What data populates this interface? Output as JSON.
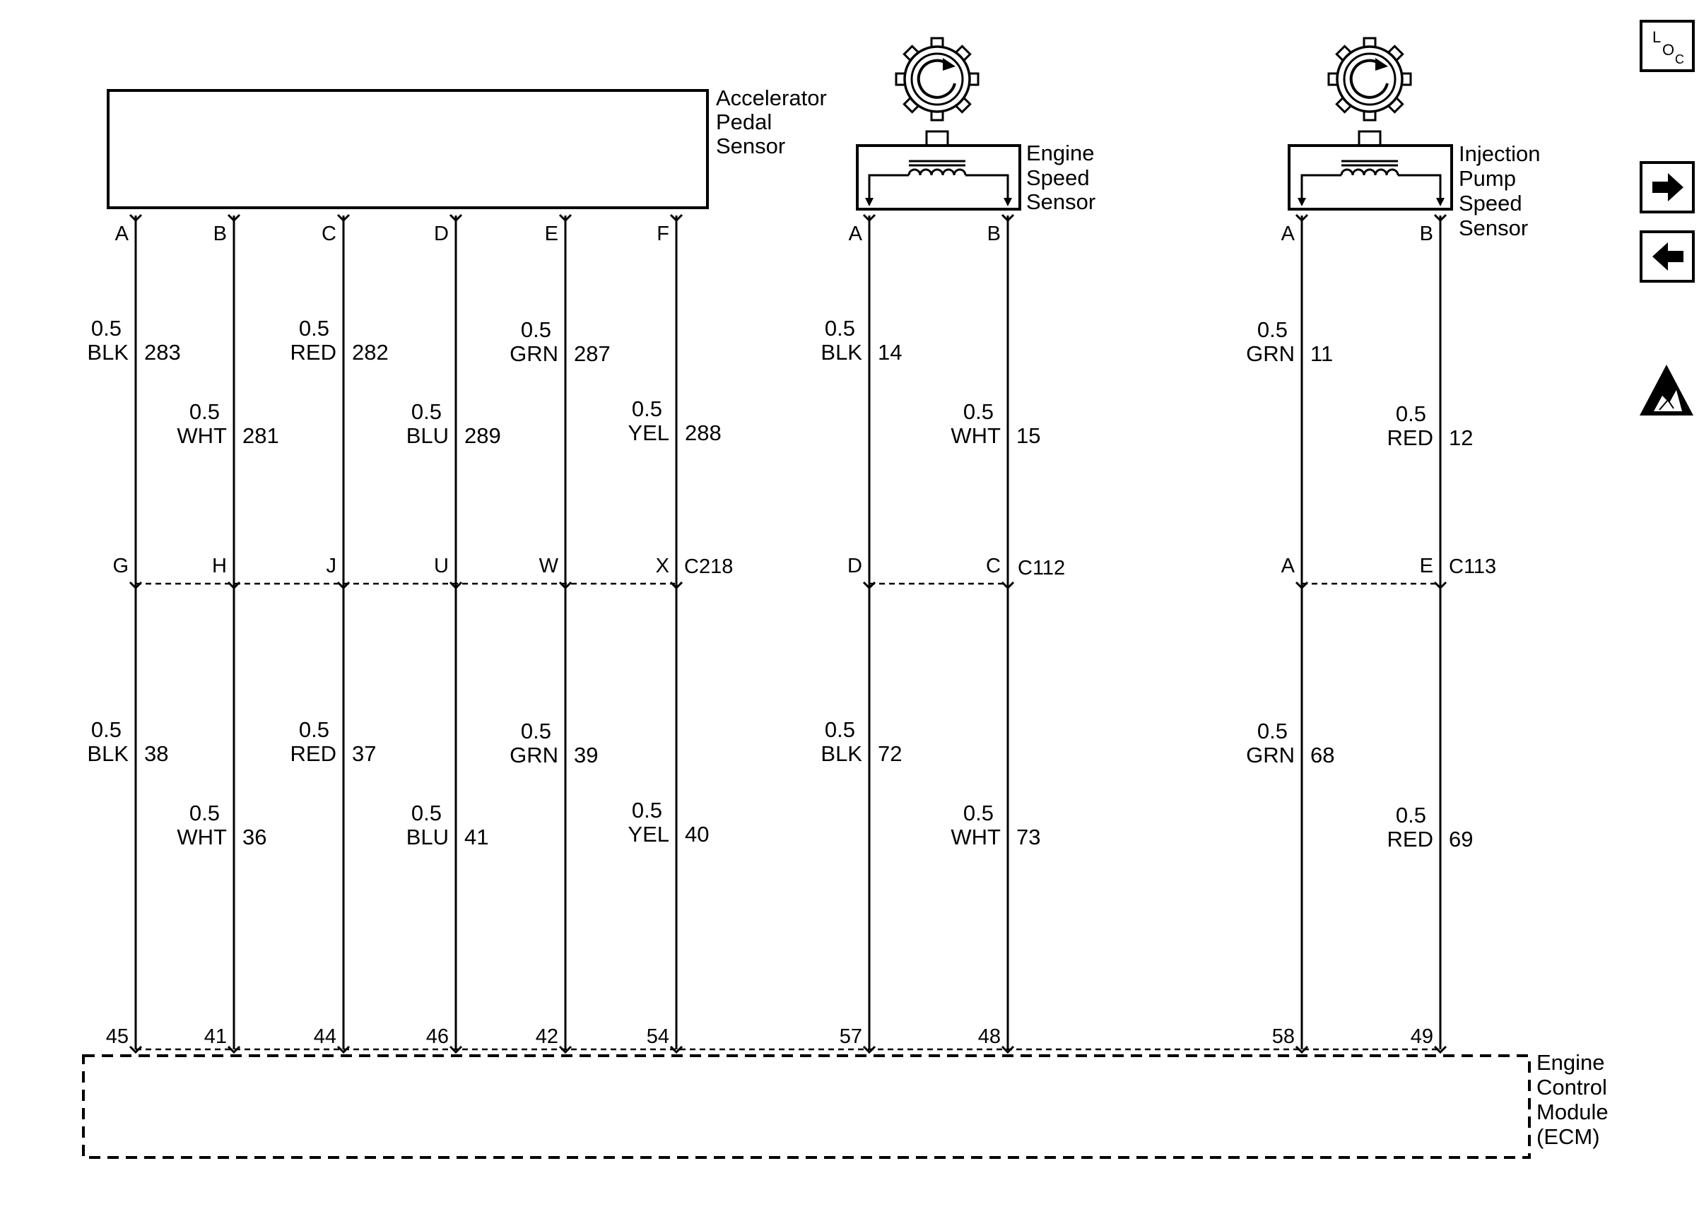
{
  "components": {
    "accelerator_pedal_sensor": [
      "Accelerator",
      "Pedal",
      "Sensor"
    ],
    "engine_speed_sensor": [
      "Engine",
      "Speed",
      "Sensor"
    ],
    "injection_pump_speed_sensor": [
      "Injection",
      "Pump",
      "Speed",
      "Sensor"
    ],
    "ecm": [
      "Engine",
      "Control",
      "Module",
      "(ECM)"
    ]
  },
  "connectors": {
    "c218": "C218",
    "c112": "C112",
    "c113": "C113"
  },
  "sidebar": {
    "loc_icon": "loc-icon",
    "next_icon": "arrow-right-icon",
    "prev_icon": "arrow-left-icon",
    "esd_icon": "esd-warning-icon"
  },
  "wires": [
    {
      "top_pin": "A",
      "mid_pin": "G",
      "ecm_pin": "45",
      "upper": {
        "size": "0.5",
        "color": "BLK",
        "circuit": "283"
      },
      "lower": {
        "size": "0.5",
        "color": "BLK",
        "circuit": "38"
      }
    },
    {
      "top_pin": "B",
      "mid_pin": "H",
      "ecm_pin": "41",
      "upper": {
        "size": "0.5",
        "color": "WHT",
        "circuit": "281"
      },
      "lower": {
        "size": "0.5",
        "color": "WHT",
        "circuit": "36"
      }
    },
    {
      "top_pin": "C",
      "mid_pin": "J",
      "ecm_pin": "44",
      "upper": {
        "size": "0.5",
        "color": "RED",
        "circuit": "282"
      },
      "lower": {
        "size": "0.5",
        "color": "RED",
        "circuit": "37"
      }
    },
    {
      "top_pin": "D",
      "mid_pin": "U",
      "ecm_pin": "46",
      "upper": {
        "size": "0.5",
        "color": "BLU",
        "circuit": "289"
      },
      "lower": {
        "size": "0.5",
        "color": "BLU",
        "circuit": "41"
      }
    },
    {
      "top_pin": "E",
      "mid_pin": "W",
      "ecm_pin": "42",
      "upper": {
        "size": "0.5",
        "color": "GRN",
        "circuit": "287"
      },
      "lower": {
        "size": "0.5",
        "color": "GRN",
        "circuit": "39"
      }
    },
    {
      "top_pin": "F",
      "mid_pin": "X",
      "ecm_pin": "54",
      "upper": {
        "size": "0.5",
        "color": "YEL",
        "circuit": "288"
      },
      "lower": {
        "size": "0.5",
        "color": "YEL",
        "circuit": "40"
      }
    },
    {
      "top_pin": "A",
      "mid_pin": "D",
      "ecm_pin": "57",
      "upper": {
        "size": "0.5",
        "color": "BLK",
        "circuit": "14"
      },
      "lower": {
        "size": "0.5",
        "color": "BLK",
        "circuit": "72"
      }
    },
    {
      "top_pin": "B",
      "mid_pin": "C",
      "ecm_pin": "48",
      "upper": {
        "size": "0.5",
        "color": "WHT",
        "circuit": "15"
      },
      "lower": {
        "size": "0.5",
        "color": "WHT",
        "circuit": "73"
      }
    },
    {
      "top_pin": "A",
      "mid_pin": "A",
      "ecm_pin": "58",
      "upper": {
        "size": "0.5",
        "color": "GRN",
        "circuit": "11"
      },
      "lower": {
        "size": "0.5",
        "color": "GRN",
        "circuit": "68"
      }
    },
    {
      "top_pin": "B",
      "mid_pin": "E",
      "ecm_pin": "49",
      "upper": {
        "size": "0.5",
        "color": "RED",
        "circuit": "12"
      },
      "lower": {
        "size": "0.5",
        "color": "RED",
        "circuit": "69"
      }
    }
  ]
}
